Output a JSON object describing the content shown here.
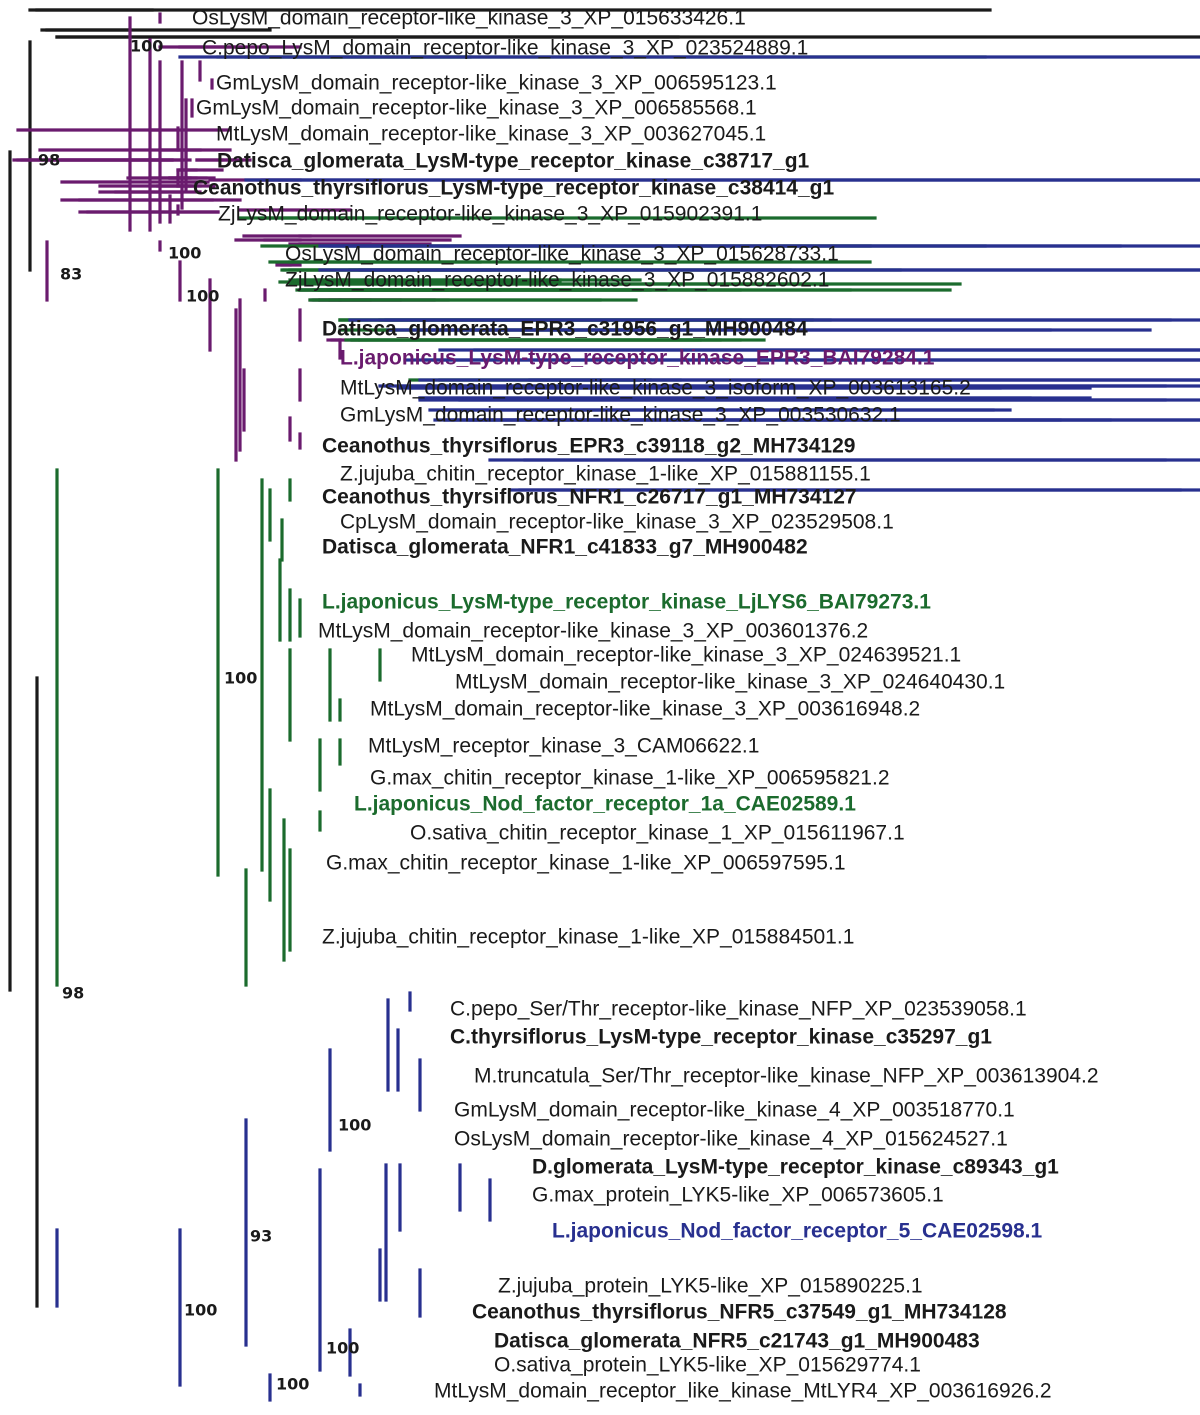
{
  "colors": {
    "purple": "#6a1b6e",
    "green": "#1b6b2d",
    "blue": "#28308f",
    "black": "#1a1a1a"
  },
  "taxa": [
    {
      "label": "OsLysM_domain_receptor-like_kinase_3_XP_015633426.1",
      "bold": false,
      "color": "black"
    },
    {
      "label": "C.pepo_LysM_domain_receptor-like_kinase_3_XP_023524889.1",
      "bold": false,
      "color": "black"
    },
    {
      "label": "GmLysM_domain_receptor-like_kinase_3_XP_006595123.1",
      "bold": false,
      "color": "black"
    },
    {
      "label": "GmLysM_domain_receptor-like_kinase_3_XP_006585568.1",
      "bold": false,
      "color": "black"
    },
    {
      "label": "MtLysM_domain_receptor-like_kinase_3_XP_003627045.1",
      "bold": false,
      "color": "black"
    },
    {
      "label": "Datisca_glomerata_LysM-type_receptor_kinase_c38717_g1",
      "bold": true,
      "color": "black"
    },
    {
      "label": "Ceanothus_thyrsiflorus_LysM-type_receptor_kinase_c38414_g1",
      "bold": true,
      "color": "black"
    },
    {
      "label": "ZjLysM_domain_receptor-like_kinase_3_XP_015902391.1",
      "bold": false,
      "color": "black"
    },
    {
      "label": "OsLysM_domain_receptor-like_kinase_3_XP_015628733.1",
      "bold": false,
      "color": "black"
    },
    {
      "label": "ZjLysM_domain_receptor-like_kinase_3_XP_015882602.1",
      "bold": false,
      "color": "black"
    },
    {
      "label": "Datisca_glomerata_EPR3_c31956_g1_MH900484",
      "bold": true,
      "color": "black"
    },
    {
      "label": "L.japonicus_LysM-type_receptor_kinase_EPR3_BAI79284.1",
      "bold": true,
      "color": "purple"
    },
    {
      "label": "MtLysM_domain_receptor-like_kinase_3_isoform_XP_003613165.2",
      "bold": false,
      "color": "black"
    },
    {
      "label": "GmLysM_domain_receptor-like_kinase_3_XP_003530632.1",
      "bold": false,
      "color": "black"
    },
    {
      "label": "Ceanothus_thyrsiflorus_EPR3_c39118_g2_MH734129",
      "bold": true,
      "color": "black"
    },
    {
      "label": "Z.jujuba_chitin_receptor_kinase_1-like_XP_015881155.1",
      "bold": false,
      "color": "black"
    },
    {
      "label": "Ceanothus_thyrsiflorus_NFR1_c26717_g1_MH734127",
      "bold": true,
      "color": "black"
    },
    {
      "label": "CpLysM_domain_receptor-like_kinase_3_XP_023529508.1",
      "bold": false,
      "color": "black"
    },
    {
      "label": "Datisca_glomerata_NFR1_c41833_g7_MH900482",
      "bold": true,
      "color": "black"
    },
    {
      "label": "L.japonicus_LysM-type_receptor_kinase_LjLYS6_BAI79273.1",
      "bold": true,
      "color": "green"
    },
    {
      "label": "MtLysM_domain_receptor-like_kinase_3_XP_003601376.2",
      "bold": false,
      "color": "black"
    },
    {
      "label": "MtLysM_domain_receptor-like_kinase_3_XP_024639521.1",
      "bold": false,
      "color": "black"
    },
    {
      "label": "MtLysM_domain_receptor-like_kinase_3_XP_024640430.1",
      "bold": false,
      "color": "black"
    },
    {
      "label": "MtLysM_domain_receptor-like_kinase_3_XP_003616948.2",
      "bold": false,
      "color": "black"
    },
    {
      "label": "MtLysM_receptor_kinase_3_CAM06622.1",
      "bold": false,
      "color": "black"
    },
    {
      "label": "G.max_chitin_receptor_kinase_1-like_XP_006595821.2",
      "bold": false,
      "color": "black"
    },
    {
      "label": "L.japonicus_Nod_factor_receptor_1a_CAE02589.1",
      "bold": true,
      "color": "green"
    },
    {
      "label": "O.sativa_chitin_receptor_kinase_1_XP_015611967.1",
      "bold": false,
      "color": "black"
    },
    {
      "label": "G.max_chitin_receptor_kinase_1-like_XP_006597595.1",
      "bold": false,
      "color": "black"
    },
    {
      "label": "Z.jujuba_chitin_receptor_kinase_1-like_XP_015884501.1",
      "bold": false,
      "color": "black"
    },
    {
      "label": "C.pepo_Ser/Thr_receptor-like_kinase_NFP_XP_023539058.1",
      "bold": false,
      "color": "black"
    },
    {
      "label": "C.thyrsiflorus_LysM-type_receptor_kinase_c35297_g1",
      "bold": true,
      "color": "black"
    },
    {
      "label": "M.truncatula_Ser/Thr_receptor-like_kinase_NFP_XP_003613904.2",
      "bold": false,
      "color": "black"
    },
    {
      "label": "GmLysM_domain_receptor-like_kinase_4_XP_003518770.1",
      "bold": false,
      "color": "black"
    },
    {
      "label": "OsLysM_domain_receptor-like_kinase_4_XP_015624527.1",
      "bold": false,
      "color": "black"
    },
    {
      "label": "D.glomerata_LysM-type_receptor_kinase_c89343_g1",
      "bold": true,
      "color": "black"
    },
    {
      "label": "G.max_protein_LYK5-like_XP_006573605.1",
      "bold": false,
      "color": "black"
    },
    {
      "label": "L.japonicus_Nod_factor_receptor_5_CAE02598.1",
      "bold": true,
      "color": "blue"
    },
    {
      "label": "Z.jujuba_protein_LYK5-like_XP_015890225.1",
      "bold": false,
      "color": "black"
    },
    {
      "label": "Ceanothus_thyrsiflorus_NFR5_c37549_g1_MH734128",
      "bold": true,
      "color": "black"
    },
    {
      "label": "Datisca_glomerata_NFR5_c21743_g1_MH900483",
      "bold": true,
      "color": "black"
    },
    {
      "label": "O.sativa_protein_LYK5-like_XP_015629774.1",
      "bold": false,
      "color": "black"
    },
    {
      "label": "MtLysM_domain_receptor_like_kinase_MtLYR4_XP_003616926.2",
      "bold": false,
      "color": "black"
    }
  ],
  "support_values": [
    "100",
    "98",
    "100",
    "83",
    "100",
    "100",
    "98",
    "100",
    "93",
    "100",
    "100",
    "100"
  ]
}
